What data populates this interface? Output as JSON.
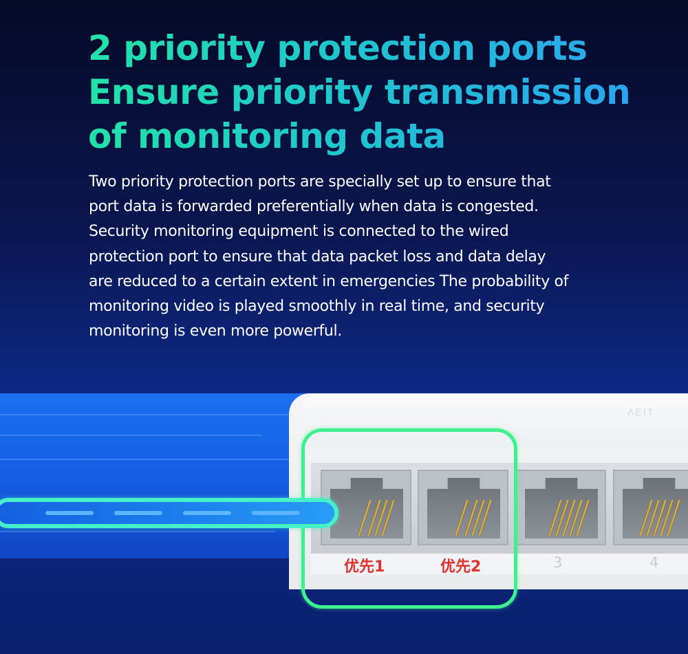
{
  "headline": {
    "line1": "2 priority protection ports",
    "line2": "Ensure priority transmission",
    "line3": "of monitoring data"
  },
  "body": {
    "lines": [
      "Two priority protection ports are specially set up to ensure that",
      "port data is forwarded preferentially when data is congested.",
      "Security monitoring equipment is connected to the wired",
      "protection port to ensure that data packet loss and data delay",
      "are reduced to a certain extent in emergencies The probability of",
      "monitoring video is played smoothly in real time, and security",
      "monitoring is even more powerful."
    ]
  },
  "switch": {
    "ports": [
      {
        "label": "优先1",
        "priority": true
      },
      {
        "label": "优先2",
        "priority": true
      },
      {
        "label": "3",
        "priority": false
      },
      {
        "label": "4",
        "priority": false
      }
    ]
  },
  "colors": {
    "headline_gradient": [
      "#22e3a8",
      "#2aa4f2"
    ],
    "priority_label": "#e0302c",
    "highlight": "#3ef08e",
    "led": "#4fd36a"
  }
}
